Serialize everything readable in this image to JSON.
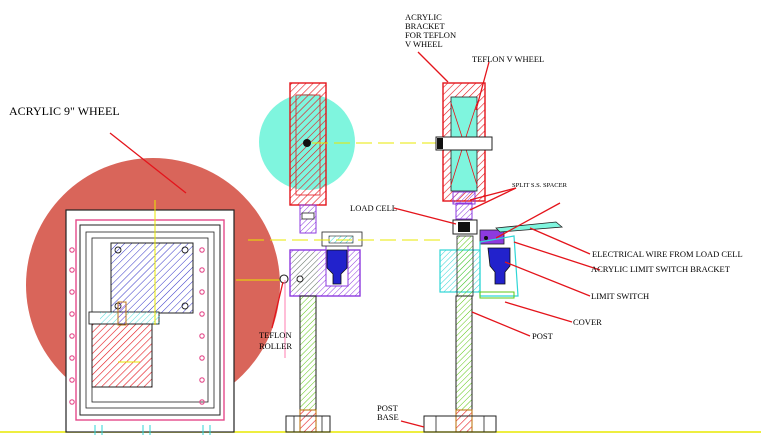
{
  "colors": {
    "wheel": "#d9655a",
    "teflon": "#7ff5de",
    "hatch_red": "#e4141b",
    "hatch_blue": "#3535c8",
    "hatch_green": "#5ec814",
    "hatch_purple": "#8d3adf",
    "cyan": "#2fd6d6",
    "yellow": "#e8e800",
    "leader": "#e4141b"
  },
  "labels": {
    "acrylic_wheel": "ACRYLIC 9\" WHEEL",
    "acrylic_bracket_1": "ACRYLIC",
    "acrylic_bracket_2": "BRACKET",
    "acrylic_bracket_3": "FOR TEFLON",
    "acrylic_bracket_4": "V WHEEL",
    "teflon_v_wheel": "TEFLON V WHEEL",
    "split_spacer": "SPLIT S.S. SPACER",
    "load_cell": "LOAD CELL",
    "electrical_wire": "ELECTRICAL WIRE FROM LOAD CELL",
    "limit_switch_bracket": "ACRYLIC LIMIT SWITCH BRACKET",
    "limit_switch": "LIMIT SWITCH",
    "cover": "COVER",
    "post": "POST",
    "teflon_roller_1": "TEFLON",
    "teflon_roller_2": "ROLLER",
    "post_base_1": "POST",
    "post_base_2": "BASE"
  }
}
